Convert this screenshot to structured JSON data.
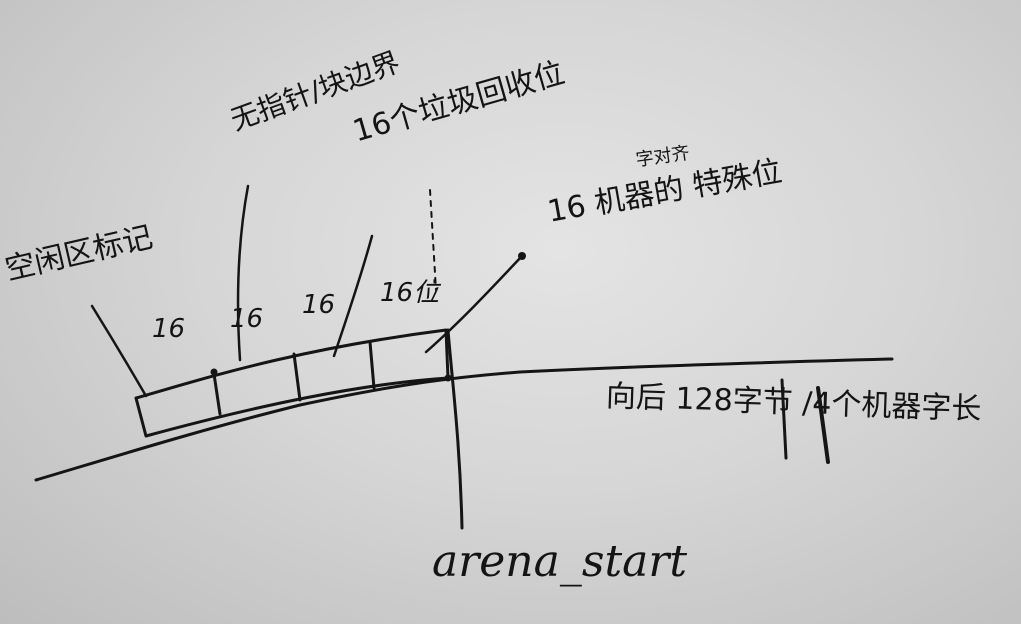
{
  "labels": {
    "free_marker": "空闲区标记",
    "no_pointer_block_boundary": "无指针/块边界",
    "sixteen_bins": "16个垃圾回收位",
    "align": "字对齐",
    "sixteen_special": "16 机器的 特殊位",
    "backward": "向后 128字节 /4个机器字长",
    "arena_start": "arena_start"
  },
  "cells": [
    "16",
    "16",
    "16",
    "16位"
  ],
  "colors": {
    "ink": "#151515",
    "paper": "#dadada"
  }
}
